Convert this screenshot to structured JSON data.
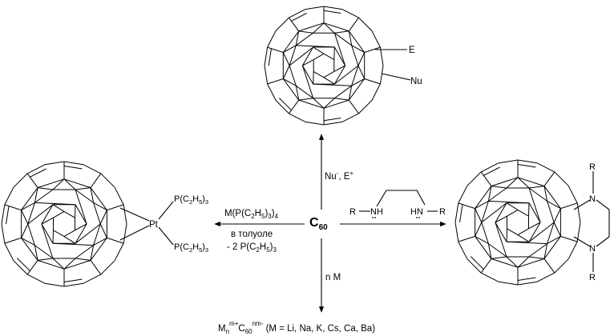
{
  "center": {
    "label": "C",
    "sub": "60"
  },
  "top": {
    "reagent": {
      "a": "Nu",
      "a_sup": "-",
      "b": ", E",
      "b_sup": "+"
    },
    "product": {
      "group1": "E",
      "group2": "Nu"
    }
  },
  "left": {
    "reagent": {
      "line1": {
        "a": "M(P(C",
        "s1": "2",
        "b": "H",
        "s2": "5",
        "c": ")",
        "s3": "3",
        "d": ")",
        "s4": "4"
      },
      "line2": "в толуоле",
      "line3": {
        "a": "- 2 P(C",
        "s1": "2",
        "b": "H",
        "s2": "5",
        "c": ")",
        "s3": "3"
      }
    },
    "product": {
      "metal": "Pt",
      "ligand": {
        "a": "P(C",
        "s1": "2",
        "b": "H",
        "s2": "5",
        "c": ")",
        "s3": "3"
      }
    }
  },
  "right": {
    "reagent": {
      "r_left": "R",
      "nh_left": "NH",
      "hn_right": "HN",
      "r_right": "R"
    },
    "product": {
      "n": "N",
      "r": "R"
    }
  },
  "bottom": {
    "reagent": "n M",
    "product": {
      "m": "M",
      "m_sub": "n",
      "m_sup": "m+",
      "c": "C",
      "c_sub": "60",
      "c_sup": "nm-",
      "list": " (M = Li, Na, K, Cs, Ca, Ba)"
    }
  }
}
